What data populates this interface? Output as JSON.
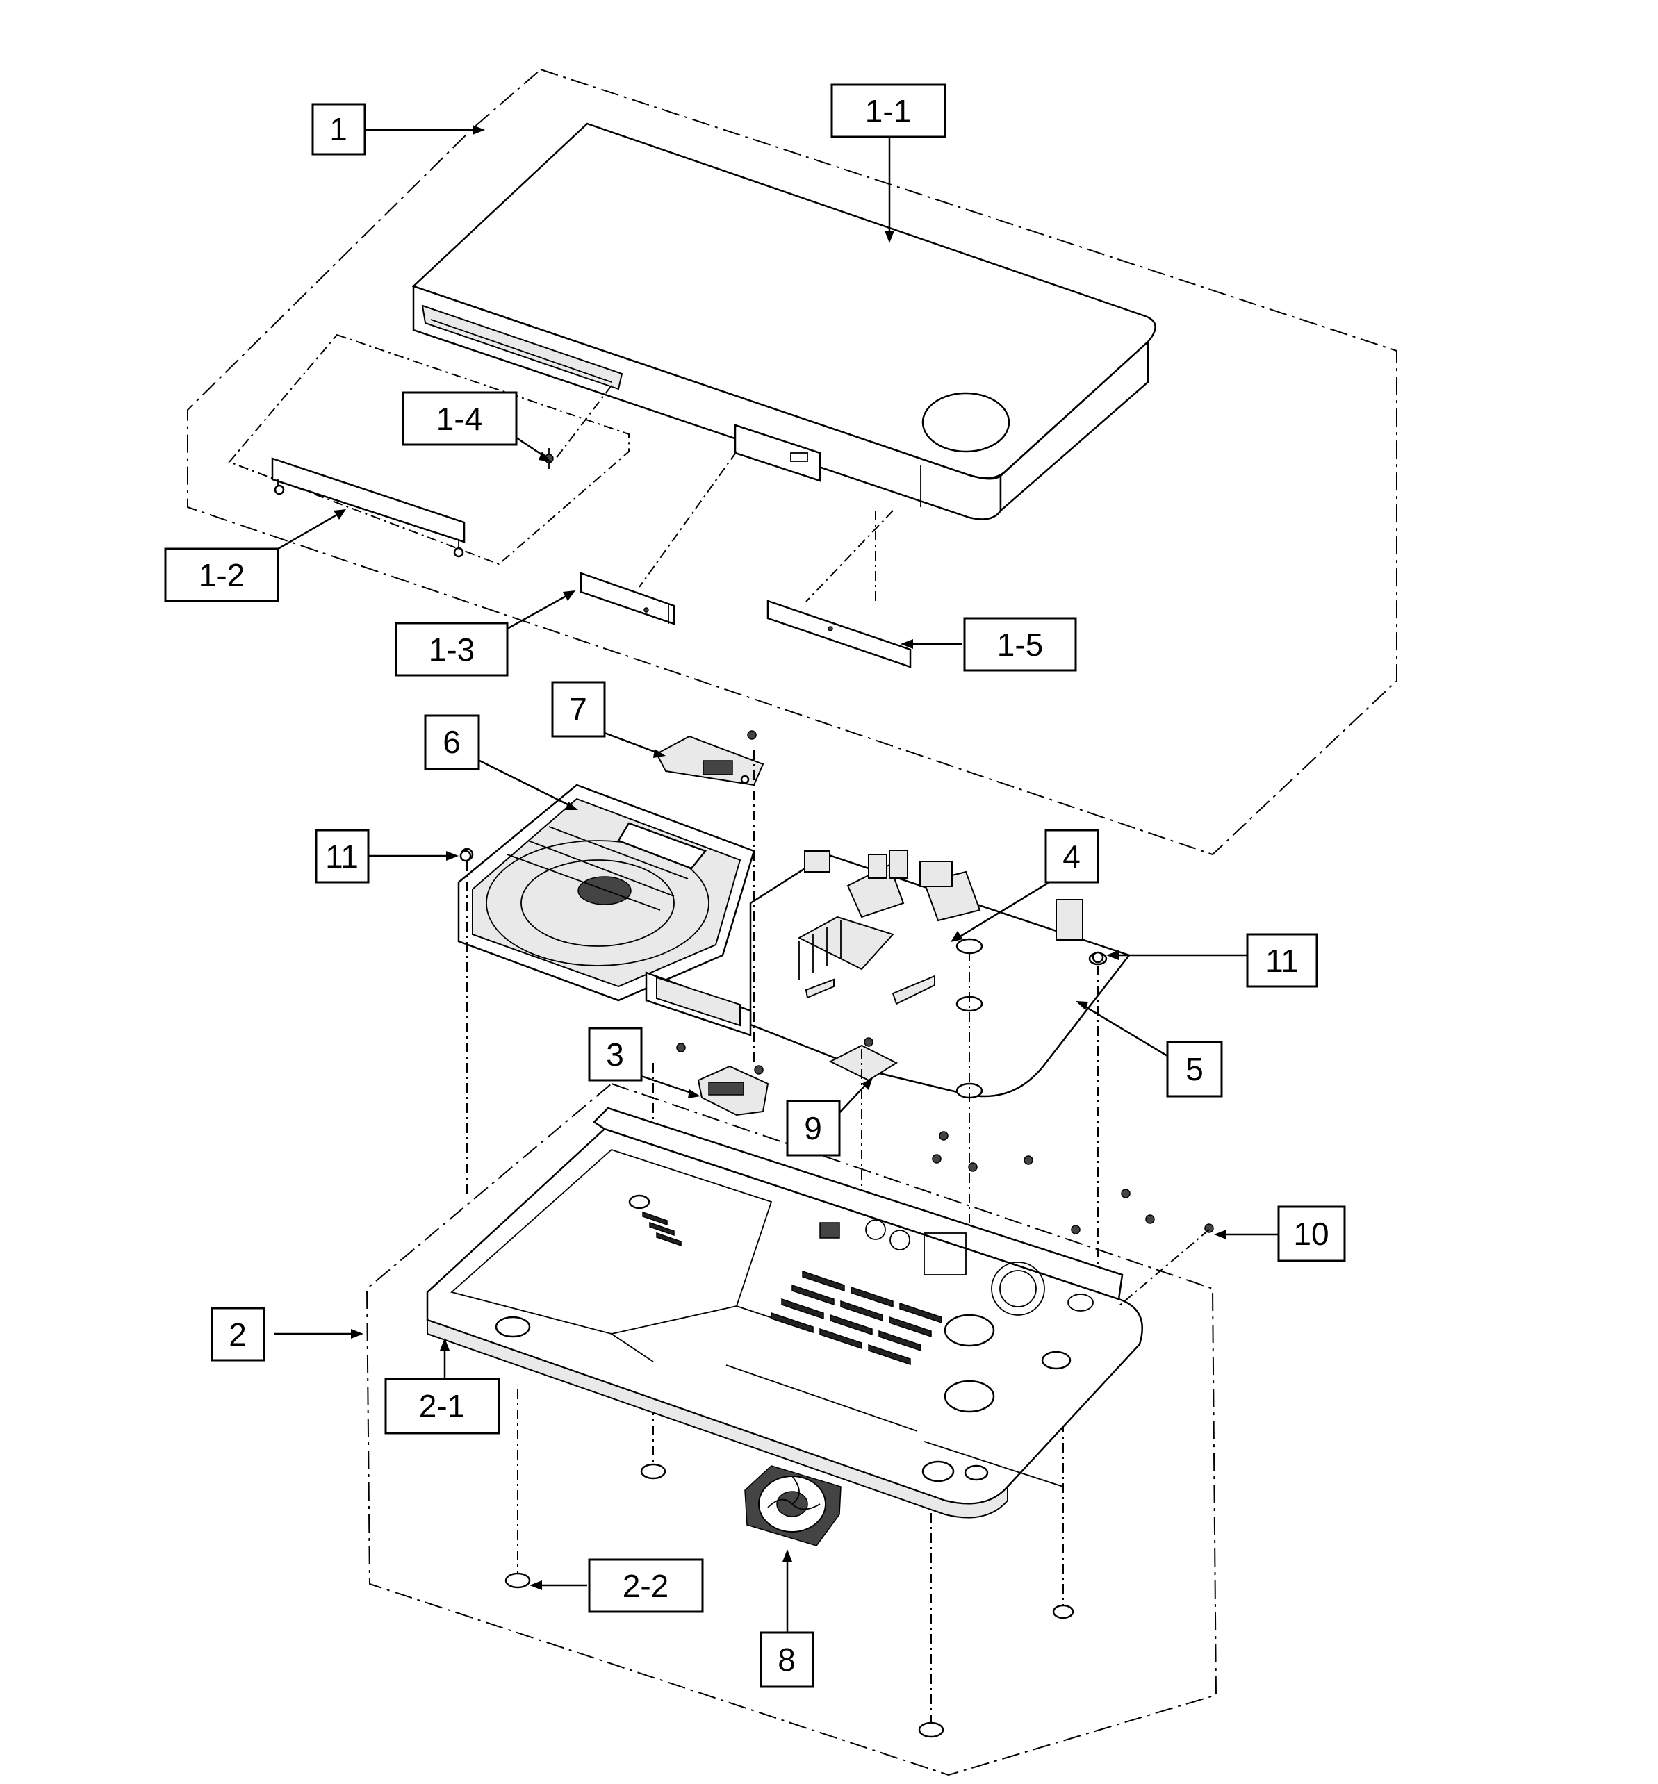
{
  "callouts": [
    {
      "id": "1",
      "label": "1"
    },
    {
      "id": "1-1",
      "label": "1-1"
    },
    {
      "id": "1-2",
      "label": "1-2"
    },
    {
      "id": "1-3",
      "label": "1-3"
    },
    {
      "id": "1-4",
      "label": "1-4"
    },
    {
      "id": "1-5",
      "label": "1-5"
    },
    {
      "id": "2",
      "label": "2"
    },
    {
      "id": "2-1",
      "label": "2-1"
    },
    {
      "id": "2-2",
      "label": "2-2"
    },
    {
      "id": "3",
      "label": "3"
    },
    {
      "id": "4",
      "label": "4"
    },
    {
      "id": "5",
      "label": "5"
    },
    {
      "id": "6",
      "label": "6"
    },
    {
      "id": "7",
      "label": "7"
    },
    {
      "id": "8",
      "label": "8"
    },
    {
      "id": "9",
      "label": "9"
    },
    {
      "id": "10",
      "label": "10"
    },
    {
      "id": "11a",
      "label": "11"
    },
    {
      "id": "11b",
      "label": "11"
    }
  ]
}
